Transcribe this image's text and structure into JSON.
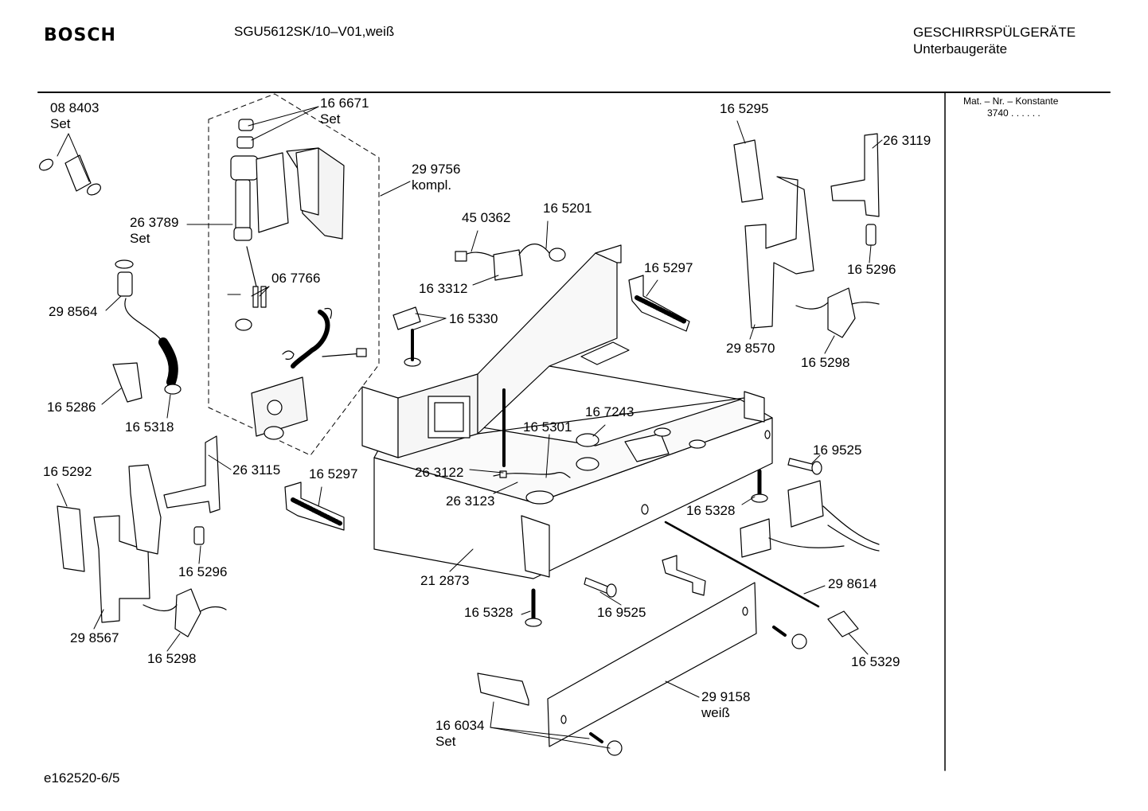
{
  "header": {
    "brand": "BOSCH",
    "model": "SGU5612SK/10–V01,weiß",
    "category": "GESCHIRRSPÜLGERÄTE",
    "subcategory": "Unterbaugeräte"
  },
  "side_panel": {
    "constant_label": "Mat. – Nr. – Konstante",
    "constant_value": "3740 . . . . . ."
  },
  "footer": {
    "doc_id": "e162520-6/5"
  },
  "parts": [
    {
      "number": "08 8403",
      "note": "Set"
    },
    {
      "number": "16 6671",
      "note": "Set"
    },
    {
      "number": "29 9756",
      "note": "kompl."
    },
    {
      "number": "26 3789",
      "note": "Set"
    },
    {
      "number": "29 8564",
      "note": ""
    },
    {
      "number": "06 7766",
      "note": ""
    },
    {
      "number": "16 5286",
      "note": ""
    },
    {
      "number": "16 5318",
      "note": ""
    },
    {
      "number": "16 5292",
      "note": ""
    },
    {
      "number": "26 3115",
      "note": ""
    },
    {
      "number": "16 5296",
      "note": ""
    },
    {
      "number": "29 8567",
      "note": ""
    },
    {
      "number": "16 5298",
      "note": ""
    },
    {
      "number": "16 5297",
      "note": ""
    },
    {
      "number": "45 0362",
      "note": ""
    },
    {
      "number": "16 5201",
      "note": ""
    },
    {
      "number": "16 3312",
      "note": ""
    },
    {
      "number": "16 5330",
      "note": ""
    },
    {
      "number": "16 5297",
      "note": ""
    },
    {
      "number": "16 5301",
      "note": ""
    },
    {
      "number": "16 7243",
      "note": ""
    },
    {
      "number": "26 3122",
      "note": ""
    },
    {
      "number": "26 3123",
      "note": ""
    },
    {
      "number": "21 2873",
      "note": ""
    },
    {
      "number": "16 5328",
      "note": ""
    },
    {
      "number": "16 9525",
      "note": ""
    },
    {
      "number": "16 5295",
      "note": ""
    },
    {
      "number": "26 3119",
      "note": ""
    },
    {
      "number": "16 5296",
      "note": ""
    },
    {
      "number": "29 8570",
      "note": ""
    },
    {
      "number": "16 5298",
      "note": ""
    },
    {
      "number": "16 9525",
      "note": ""
    },
    {
      "number": "16 5328",
      "note": ""
    },
    {
      "number": "29 8614",
      "note": ""
    },
    {
      "number": "16 5329",
      "note": ""
    },
    {
      "number": "29 9158",
      "note": "weiß"
    },
    {
      "number": "16 6034",
      "note": "Set"
    }
  ]
}
